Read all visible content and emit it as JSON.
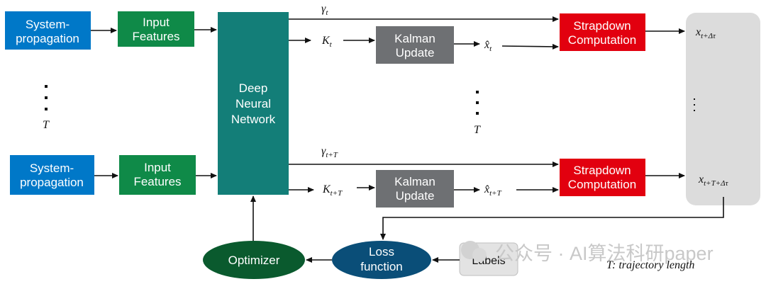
{
  "boxes": {
    "sysprop_top": [
      "System-",
      "propagation"
    ],
    "sysprop_bottom": [
      "System-",
      "propagation"
    ],
    "input_top": [
      "Input",
      "Features"
    ],
    "input_bottom": [
      "Input",
      "Features"
    ],
    "dnn": [
      "Deep",
      "Neural",
      "Network"
    ],
    "kalman_top": [
      "Kalman",
      "Update"
    ],
    "kalman_bottom": [
      "Kalman",
      "Update"
    ],
    "strap_top": [
      "Strapdown",
      "Computation"
    ],
    "strap_bottom": [
      "Strapdown",
      "Computation"
    ],
    "loss": [
      "Loss",
      "function"
    ],
    "optimizer": "Optimizer",
    "labels": "Labels"
  },
  "symbols": {
    "gamma": "γ",
    "K": "K",
    "xhat": "x̂",
    "x": "x",
    "T": "T",
    "sub_t": "t",
    "sub_tT": "t+T",
    "sub_tdt": "t+Δτ",
    "sub_tTdt": "t+T+Δτ"
  },
  "footnote": "T: trajectory length",
  "watermark": "公众号 · AI算法科研paper",
  "colors": {
    "blue": "#0078c8",
    "green": "#0f8a48",
    "teal": "#137e78",
    "gray": "#6e7073",
    "red": "#e2000f",
    "navy": "#0a4e78",
    "darkgreen": "#0a5a2e",
    "panel": "#dcdcdc"
  }
}
